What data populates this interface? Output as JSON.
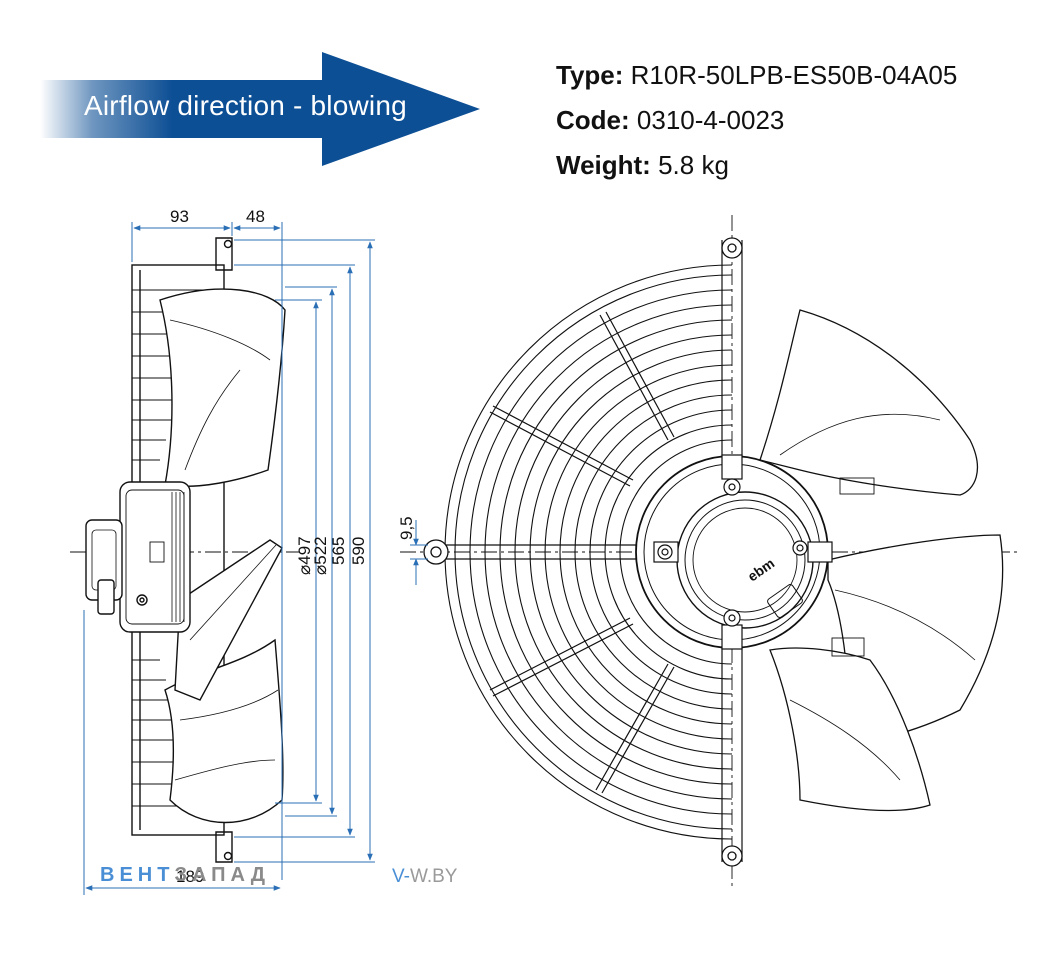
{
  "arrow": {
    "label": "Airflow direction - blowing",
    "color": "#0d4f95"
  },
  "specs": {
    "type_label": "Type:",
    "type_value": "R10R-50LPB-ES50B-04A05",
    "code_label": "Code:",
    "code_value": "0310-4-0023",
    "weight_label": "Weight:",
    "weight_value": "5.8 kg"
  },
  "dimensions": {
    "d93": "93",
    "d48": "48",
    "d189": "189",
    "d497": "⌀497",
    "d522": "⌀522",
    "d565": "565",
    "d590": "590",
    "d95": "9,5"
  },
  "watermark": {
    "brand_part1": "ВЕНТ",
    "brand_part2": "ЗАПАД",
    "site_prefix": "V-",
    "site_domain": "W.BY"
  },
  "dimension_color": "#2a6fb5"
}
